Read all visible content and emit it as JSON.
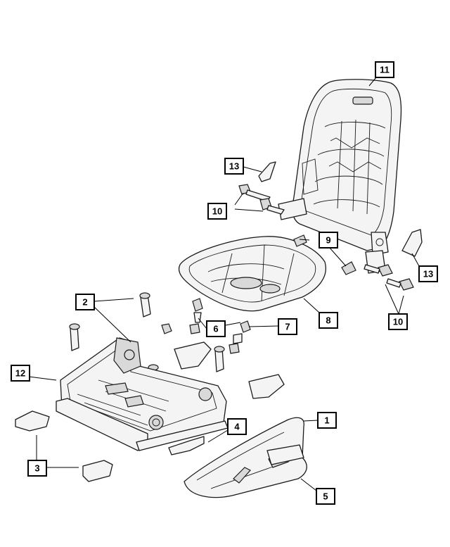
{
  "callouts": {
    "c1": "1",
    "c2": "2",
    "c3": "3",
    "c4": "4",
    "c5": "5",
    "c6": "6",
    "c7": "7",
    "c8": "8",
    "c9": "9",
    "c10a": "10",
    "c10b": "10",
    "c11": "11",
    "c12": "12",
    "c13a": "13",
    "c13b": "13"
  }
}
